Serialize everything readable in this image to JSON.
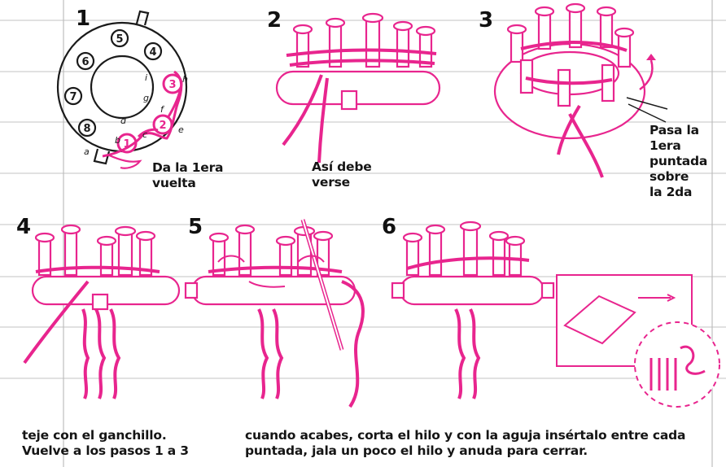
{
  "steps": [
    {
      "number": "1",
      "caption": [
        "Da la 1era",
        "vuelta"
      ]
    },
    {
      "number": "2",
      "caption": [
        "Así debe",
        "verse"
      ]
    },
    {
      "number": "3",
      "caption": [
        "Pasa la",
        "1era",
        "puntada",
        "sobre",
        "la 2da"
      ]
    },
    {
      "number": "4"
    },
    {
      "number": "5"
    },
    {
      "number": "6"
    }
  ],
  "loom_step1": {
    "peg_numbers": [
      "1",
      "2",
      "3",
      "4",
      "5",
      "6",
      "7",
      "8"
    ],
    "yarn_letters": [
      "a",
      "b",
      "c",
      "d",
      "e",
      "f",
      "g",
      "h",
      "i"
    ]
  },
  "bottom_text": {
    "left": [
      "teje con el ganchillo.",
      "Vuelve a los pasos 1 a 3"
    ],
    "right": [
      "cuando acabes, corta el hilo y con la aguja insértalo entre cada",
      "puntada, jala un poco el hilo y anuda para cerrar."
    ]
  },
  "colors": {
    "accent": "#e8258e",
    "ink": "#1a1a1a",
    "rule": "#c9c9c9",
    "margin_line": "#b9b9b9"
  }
}
